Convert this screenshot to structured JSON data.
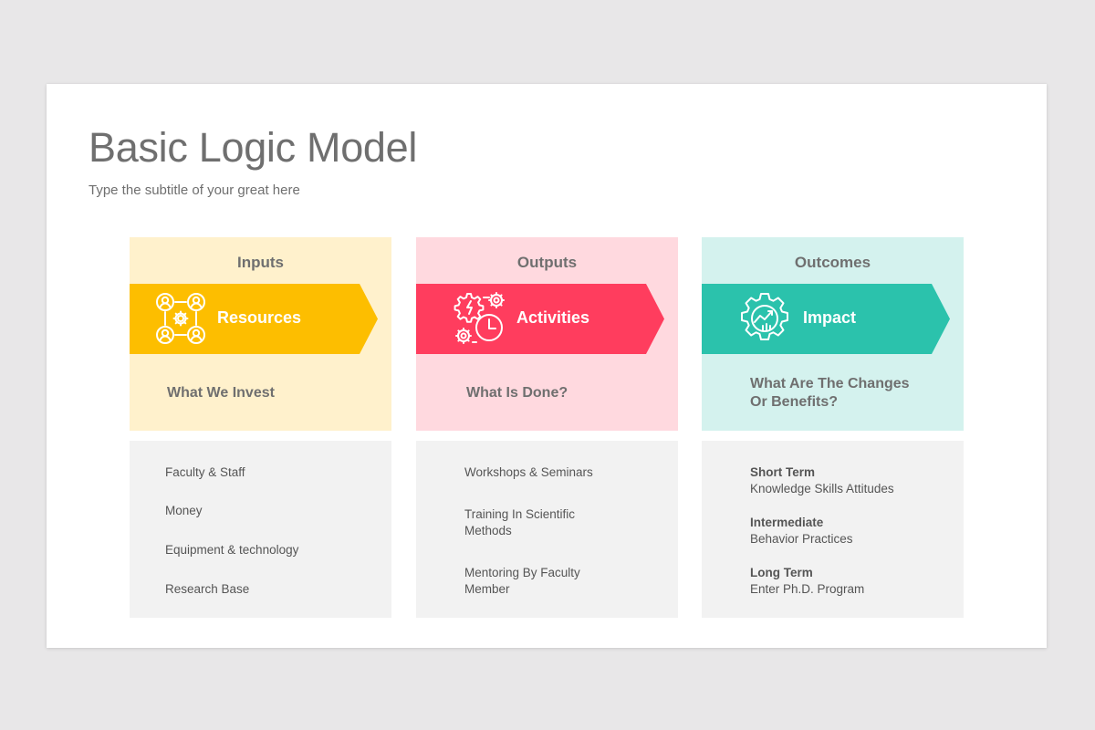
{
  "slide": {
    "title": "Basic Logic Model",
    "subtitle": "Type the subtitle of your great here"
  },
  "colors": {
    "background": "#e8e7e8",
    "slide": "#ffffff",
    "text_gray": "#6f6f6f",
    "list_panel": "#f2f2f2",
    "inputs_light": "#fff1cc",
    "inputs_accent": "#fdbe00",
    "outputs_light": "#ffd9df",
    "outputs_accent": "#ff3d5e",
    "outcomes_light": "#d4f2ee",
    "outcomes_accent": "#2bc2ac"
  },
  "columns": [
    {
      "header": "Inputs",
      "arrow_label": "Resources",
      "icon": "people-network-gear-icon",
      "question": "What We Invest",
      "items": [
        {
          "text": "Faculty & Staff"
        },
        {
          "text": "Money"
        },
        {
          "text": "Equipment & technology"
        },
        {
          "text": "Research Base"
        }
      ]
    },
    {
      "header": "Outputs",
      "arrow_label": "Activities",
      "icon": "gears-clock-icon",
      "question": "What Is Done?",
      "items": [
        {
          "text": "Workshops & Seminars"
        },
        {
          "text": "Training In Scientific Methods"
        },
        {
          "text": "Mentoring By Faculty Member"
        }
      ]
    },
    {
      "header": "Outcomes",
      "arrow_label": "Impact",
      "icon": "gear-growth-chart-icon",
      "question": "What Are The Changes Or Benefits?",
      "items": [
        {
          "title": "Short Term",
          "text": "Knowledge Skills Attitudes"
        },
        {
          "title": "Intermediate",
          "text": "Behavior Practices"
        },
        {
          "title": "Long Term",
          "text": "Enter Ph.D. Program"
        }
      ]
    }
  ]
}
